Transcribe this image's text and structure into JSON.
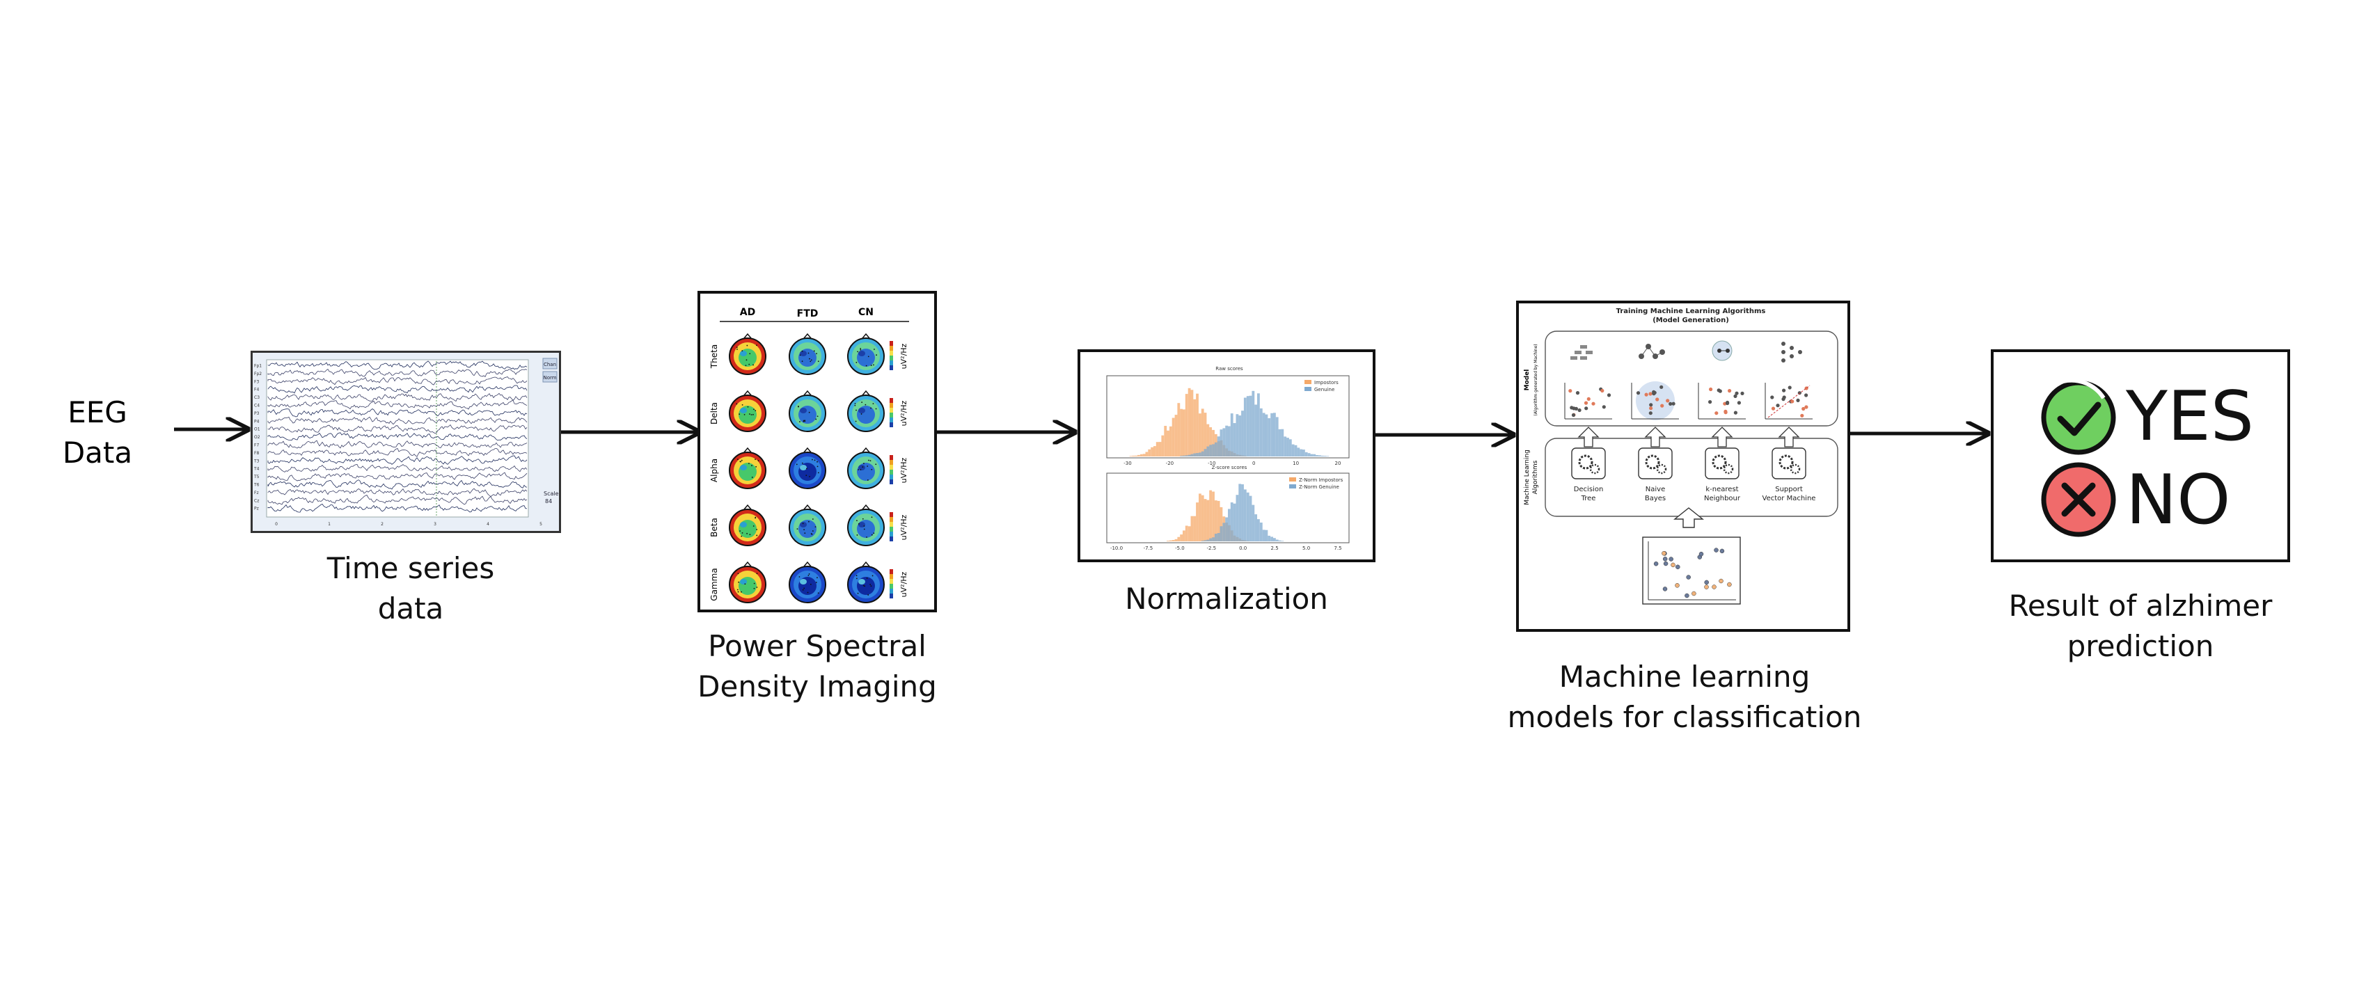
{
  "input": {
    "label_line1": "EEG",
    "label_line2": "Data"
  },
  "timeseries": {
    "caption_line1": "Time series",
    "caption_line2": "data",
    "side_buttons": [
      "Chan",
      "Norm"
    ],
    "scale_label": "Scale",
    "scale_value": "84",
    "channels": [
      "Fp1",
      "Fp2",
      "F3",
      "F4",
      "C3",
      "C4",
      "P3",
      "P4",
      "O1",
      "O2",
      "F7",
      "F8",
      "T3",
      "T4",
      "T5",
      "T6",
      "Fz",
      "Cz",
      "Pz"
    ],
    "x_ticks": [
      "0",
      "1",
      "2",
      "3",
      "4",
      "5"
    ]
  },
  "psd": {
    "caption_line1": "Power Spectral",
    "caption_line2": "Density Imaging",
    "columns": [
      "AD",
      "FTD",
      "CN"
    ],
    "rows": [
      "Theta",
      "Delta",
      "Alpha",
      "Beta",
      "Gamma"
    ],
    "unit": "uV²/Hz"
  },
  "normalization": {
    "caption": "Normalization",
    "top_title": "Raw scores",
    "bottom_title": "Z-score scores",
    "top_legend": [
      "Impostors",
      "Genuine"
    ],
    "bottom_legend": [
      "Z-Norm Impostors",
      "Z-Norm Genuine"
    ],
    "top_ticks": [
      "-30",
      "-20",
      "-10",
      "0",
      "10",
      "20"
    ],
    "bottom_ticks": [
      "-10.0",
      "-7.5",
      "-5.0",
      "-2.5",
      "0.0",
      "2.5",
      "5.0",
      "7.5"
    ],
    "colors": {
      "impostor": "#f5a969",
      "genuine": "#7fa9cf"
    }
  },
  "ml": {
    "caption_line1": "Machine learning",
    "caption_line2": "models for classification",
    "title_line1": "Training Machine Learning Algorithms",
    "title_line2": "(Model Generation)",
    "model_label": "Model",
    "model_sublabel": "(Algorithm generated by Machine)",
    "algo_label_line1": "Machine Learning",
    "algo_label_line2": "Algorithms",
    "algorithms": [
      {
        "line1": "Decision",
        "line2": "Tree"
      },
      {
        "line1": "Naive",
        "line2": "Bayes"
      },
      {
        "line1": "k-nearest",
        "line2": "Neighbour"
      },
      {
        "line1": "Support",
        "line2": "Vector Machine"
      }
    ]
  },
  "result": {
    "yes_label": "YES",
    "no_label": "NO",
    "caption_line1": "Result of alzhimer",
    "caption_line2": "prediction",
    "colors": {
      "yes": "#6fcf60",
      "no": "#f06b6b"
    }
  }
}
